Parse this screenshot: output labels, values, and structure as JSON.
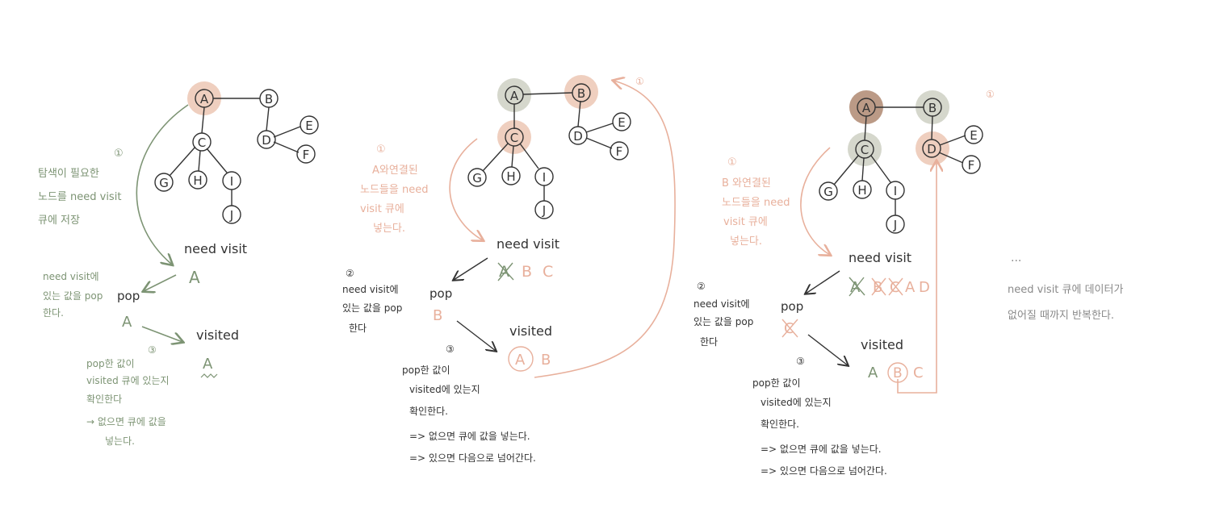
{
  "colors": {
    "green": "#7d9474",
    "salmon": "#e8b09c",
    "salmon_fill": "#efcfbf",
    "grey_fill": "#d5d7cc",
    "brown_fill": "#bb9a86",
    "ink": "#333333",
    "grey_text": "#8a8a8a"
  },
  "panel1": {
    "nodes": {
      "A": "A",
      "B": "B",
      "C": "C",
      "D": "D",
      "E": "E",
      "F": "F",
      "G": "G",
      "H": "H",
      "I": "I",
      "J": "J"
    },
    "step1_num": "①",
    "step1_text": [
      "탐색이 필요한",
      "노드를  need visit",
      "큐에 저장"
    ],
    "need_visit_label": "need visit",
    "need_visit_value": "A",
    "step2_text": [
      "need visit에",
      "있는 값을 pop",
      "한다."
    ],
    "pop_label": "pop",
    "pop_value": "A",
    "step3_num": "③",
    "visited_label": "visited",
    "visited_value": "A",
    "step3_text": [
      "pop한 값이",
      "visited 큐에 있는지",
      "확인한다"
    ],
    "step3_sub": [
      "→ 없으면 큐에 값을",
      "넣는다."
    ]
  },
  "panel2": {
    "nodes": {
      "A": "A",
      "B": "B",
      "C": "C",
      "D": "D",
      "E": "E",
      "F": "F",
      "G": "G",
      "H": "H",
      "I": "I",
      "J": "J"
    },
    "step1_num": "①",
    "step1_text": [
      "A와연결된",
      "노드들을 need",
      "visit 큐에",
      "넣는다."
    ],
    "top_num": "①",
    "need_visit_label": "need visit",
    "need_visit_values": [
      "A",
      "B",
      "C"
    ],
    "step2_num": "②",
    "step2_text": [
      "need visit에",
      "있는 값을 pop",
      "한다"
    ],
    "pop_label": "pop",
    "pop_value": "B",
    "step3_num": "③",
    "visited_label": "visited",
    "visited_values": [
      "A",
      "B"
    ],
    "step3_text": [
      "pop한 값이",
      "visited에 있는지",
      "확인한다."
    ],
    "step3_sub": [
      "=> 없으면 큐에 값을 넣는다.",
      "=> 있으면 다음으로 넘어간다."
    ]
  },
  "panel3": {
    "nodes": {
      "A": "A",
      "B": "B",
      "C": "C",
      "D": "D",
      "E": "E",
      "F": "F",
      "G": "G",
      "H": "H",
      "I": "I",
      "J": "J"
    },
    "step1_num": "①",
    "step1_text": [
      "B 와연결된",
      "노드들을 need",
      "visit 큐에",
      "넣는다."
    ],
    "top_num": "①",
    "need_visit_label": "need visit",
    "need_visit_values": [
      "A",
      "B",
      "C",
      "A",
      "D"
    ],
    "step2_num": "②",
    "step2_text": [
      "need visit에",
      "있는 값을 pop",
      "한다"
    ],
    "pop_label": "pop",
    "pop_value": "C",
    "step3_num": "③",
    "visited_label": "visited",
    "visited_values": [
      "A",
      "B",
      "C"
    ],
    "step3_text": [
      "pop한 값이",
      "visited에 있는지",
      "확인한다."
    ],
    "step3_sub": [
      "=> 없으면 큐에 값을 넣는다.",
      "=> 있으면 다음으로 넘어간다."
    ]
  },
  "panel4": {
    "dots": "...",
    "text": [
      "need visit 큐에 데이터가",
      "없어질 때까지 반복한다."
    ]
  }
}
